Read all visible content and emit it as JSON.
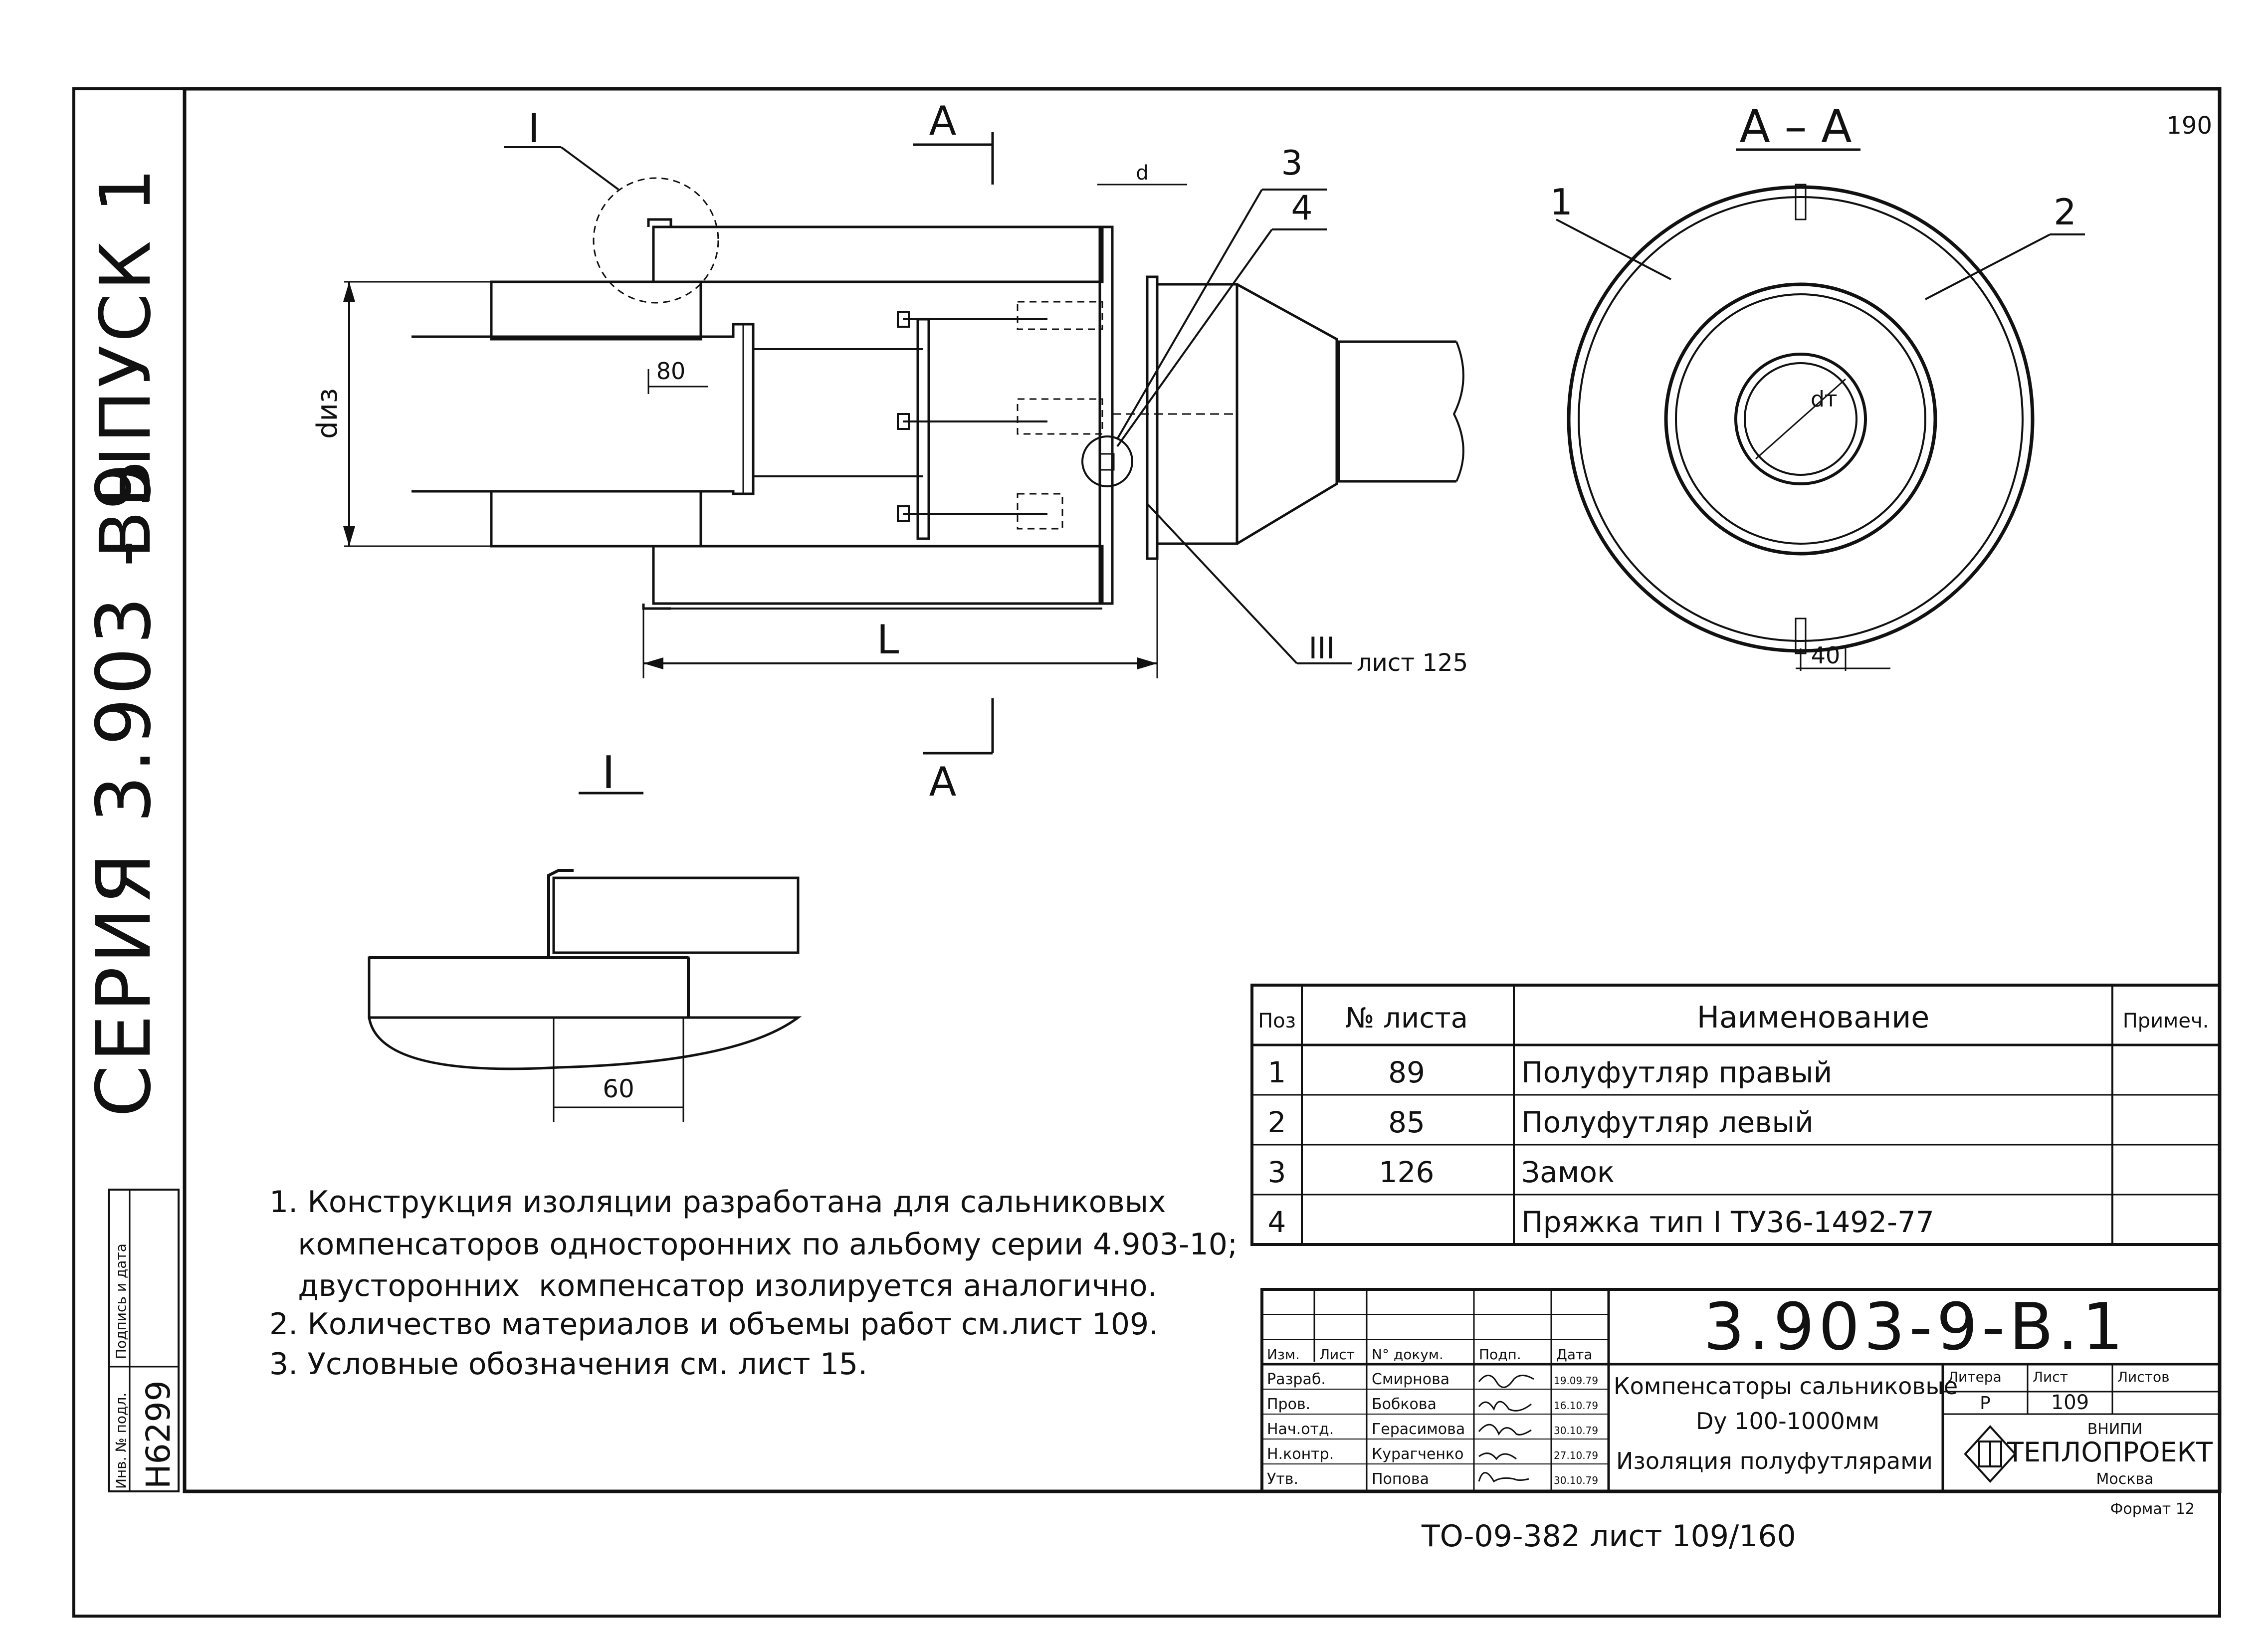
{
  "sheet_number": "190",
  "side_title": {
    "series": "СЕРИЯ  3.903 - 9",
    "issue": "ВЫПУСК 1"
  },
  "main_view": {
    "callout_node": "I",
    "cut_label": "А",
    "pos3": "3",
    "pos4": "4",
    "dim_d": "d",
    "dim_diz": "dиз",
    "dim_80": "80",
    "dim_L": "L",
    "ref_III": "III",
    "ref_sheet": "лист 125"
  },
  "section_view": {
    "title": "А – А",
    "pos1": "1",
    "pos2": "2",
    "dim_dr": "dт",
    "dim_40": "40"
  },
  "detail_view": {
    "title": "I",
    "dim_60": "60"
  },
  "notes": [
    "1. Конструкция изоляции разработана для сальниковых",
    "   компенсаторов односторонних по альбому серии 4.903-10;",
    "   двусторонних  компенсатор изолируется аналогично.",
    "2. Количество материалов и объемы работ см.лист 109.",
    "3. Условные обозначения см. лист 15."
  ],
  "spec_table": {
    "headers": [
      "Поз",
      "№ листа",
      "Наименование",
      "Примеч."
    ],
    "rows": [
      {
        "pos": "1",
        "sheet": "89",
        "name": "Полуфутляр правый",
        "note": ""
      },
      {
        "pos": "2",
        "sheet": "85",
        "name": "Полуфутляр левый",
        "note": ""
      },
      {
        "pos": "3",
        "sheet": "126",
        "name": "Замок",
        "note": ""
      },
      {
        "pos": "4",
        "sheet": "",
        "name": "Пряжка тип I ТУ36-1492-77",
        "note": ""
      }
    ]
  },
  "title_block": {
    "doc_code": "3.903-9-В.1",
    "col_headers": [
      "Изм.",
      "Лист",
      "N° докум.",
      "Подп.",
      "Дата"
    ],
    "roles": [
      {
        "role": "Разраб.",
        "name": "Смирнова",
        "date": "19.09.79"
      },
      {
        "role": "Пров.",
        "name": "Бобкова",
        "date": "16.10.79"
      },
      {
        "role": "Нач.отд.",
        "name": "Герасимова",
        "date": "30.10.79"
      },
      {
        "role": "Н.контр.",
        "name": "Курагченко",
        "date": "27.10.79"
      },
      {
        "role": "Утв.",
        "name": "Попова",
        "date": "30.10.79"
      }
    ],
    "doc_name_1": "Компенсаторы сальниковые",
    "doc_name_2": "Dу 100-1000мм",
    "doc_name_3": "Изоляция полуфутлярами",
    "stage_label": "Литера",
    "sheet_label": "Лист",
    "sheets_label": "Листов",
    "stage_value": "Р",
    "sheet_value": "109",
    "org_small": "ВНИПИ",
    "org_name": "ТЕПЛОПРОЕКТ",
    "org_city": "Москва",
    "format": "Формат 12"
  },
  "margin_stamp": {
    "inv_label": "Инв. № подл.",
    "sign_label": "Подпись и дата",
    "inv_value": "Н6299"
  },
  "footer_ref": "ТО-09-382 лист 109/160"
}
